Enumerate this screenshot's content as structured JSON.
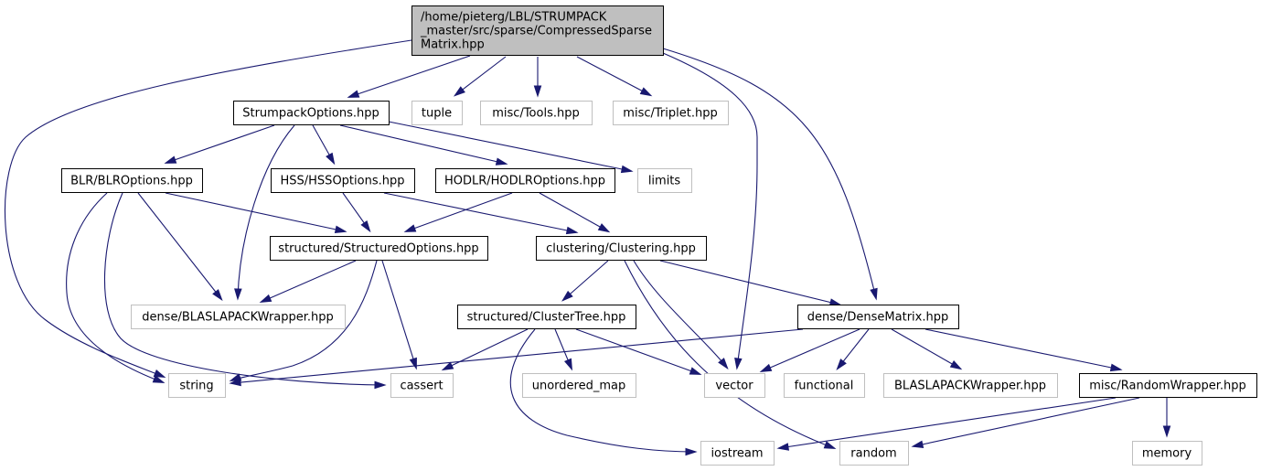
{
  "colors": {
    "edge": "#191970",
    "main_fill": "#bfbfbf",
    "internal_border": "#000000",
    "external_border": "#bfbfbf"
  },
  "nodes": [
    {
      "id": "main",
      "kind": "main",
      "lines": [
        "/home/pieterg/LBL/STRUMPACK",
        "_master/src/sparse/CompressedSparse",
        "Matrix.hpp"
      ]
    },
    {
      "id": "strumpack_options",
      "kind": "internal",
      "lines": [
        "StrumpackOptions.hpp"
      ]
    },
    {
      "id": "tuple",
      "kind": "external",
      "lines": [
        "tuple"
      ]
    },
    {
      "id": "misc_tools",
      "kind": "external",
      "lines": [
        "misc/Tools.hpp"
      ]
    },
    {
      "id": "misc_triplet",
      "kind": "external",
      "lines": [
        "misc/Triplet.hpp"
      ]
    },
    {
      "id": "blr_options",
      "kind": "internal",
      "lines": [
        "BLR/BLROptions.hpp"
      ]
    },
    {
      "id": "hss_options",
      "kind": "internal",
      "lines": [
        "HSS/HSSOptions.hpp"
      ]
    },
    {
      "id": "hodlr_options",
      "kind": "internal",
      "lines": [
        "HODLR/HODLROptions.hpp"
      ]
    },
    {
      "id": "limits",
      "kind": "external",
      "lines": [
        "limits"
      ]
    },
    {
      "id": "structured_options",
      "kind": "internal",
      "lines": [
        "structured/StructuredOptions.hpp"
      ]
    },
    {
      "id": "clustering",
      "kind": "internal",
      "lines": [
        "clustering/Clustering.hpp"
      ]
    },
    {
      "id": "blaslapack_dense",
      "kind": "external",
      "lines": [
        "dense/BLASLAPACKWrapper.hpp"
      ]
    },
    {
      "id": "cluster_tree",
      "kind": "internal",
      "lines": [
        "structured/ClusterTree.hpp"
      ]
    },
    {
      "id": "dense_matrix",
      "kind": "internal",
      "lines": [
        "dense/DenseMatrix.hpp"
      ]
    },
    {
      "id": "string",
      "kind": "external",
      "lines": [
        "string"
      ]
    },
    {
      "id": "cassert",
      "kind": "external",
      "lines": [
        "cassert"
      ]
    },
    {
      "id": "unordered_map",
      "kind": "external",
      "lines": [
        "unordered_map"
      ]
    },
    {
      "id": "vector",
      "kind": "external",
      "lines": [
        "vector"
      ]
    },
    {
      "id": "functional",
      "kind": "external",
      "lines": [
        "functional"
      ]
    },
    {
      "id": "blaslapack",
      "kind": "external",
      "lines": [
        "BLASLAPACKWrapper.hpp"
      ]
    },
    {
      "id": "random_wrapper",
      "kind": "internal",
      "lines": [
        "misc/RandomWrapper.hpp"
      ]
    },
    {
      "id": "iostream",
      "kind": "external",
      "lines": [
        "iostream"
      ]
    },
    {
      "id": "random",
      "kind": "external",
      "lines": [
        "random"
      ]
    },
    {
      "id": "memory",
      "kind": "external",
      "lines": [
        "memory"
      ]
    }
  ],
  "edges": [
    {
      "from": "main",
      "to": "strumpack_options"
    },
    {
      "from": "main",
      "to": "tuple"
    },
    {
      "from": "main",
      "to": "misc_tools"
    },
    {
      "from": "main",
      "to": "misc_triplet"
    },
    {
      "from": "main",
      "to": "string"
    },
    {
      "from": "main",
      "to": "vector"
    },
    {
      "from": "main",
      "to": "dense_matrix"
    },
    {
      "from": "strumpack_options",
      "to": "blr_options"
    },
    {
      "from": "strumpack_options",
      "to": "hss_options"
    },
    {
      "from": "strumpack_options",
      "to": "hodlr_options"
    },
    {
      "from": "strumpack_options",
      "to": "limits"
    },
    {
      "from": "strumpack_options",
      "to": "blaslapack_dense"
    },
    {
      "from": "blr_options",
      "to": "structured_options"
    },
    {
      "from": "blr_options",
      "to": "blaslapack_dense"
    },
    {
      "from": "blr_options",
      "to": "string"
    },
    {
      "from": "blr_options",
      "to": "cassert"
    },
    {
      "from": "hss_options",
      "to": "structured_options"
    },
    {
      "from": "hss_options",
      "to": "clustering"
    },
    {
      "from": "hodlr_options",
      "to": "structured_options"
    },
    {
      "from": "hodlr_options",
      "to": "clustering"
    },
    {
      "from": "structured_options",
      "to": "blaslapack_dense"
    },
    {
      "from": "structured_options",
      "to": "string"
    },
    {
      "from": "structured_options",
      "to": "cassert"
    },
    {
      "from": "clustering",
      "to": "cluster_tree"
    },
    {
      "from": "clustering",
      "to": "dense_matrix"
    },
    {
      "from": "clustering",
      "to": "vector"
    },
    {
      "from": "clustering",
      "to": "random"
    },
    {
      "from": "cluster_tree",
      "to": "cassert"
    },
    {
      "from": "cluster_tree",
      "to": "unordered_map"
    },
    {
      "from": "cluster_tree",
      "to": "vector"
    },
    {
      "from": "cluster_tree",
      "to": "iostream"
    },
    {
      "from": "dense_matrix",
      "to": "string"
    },
    {
      "from": "dense_matrix",
      "to": "vector"
    },
    {
      "from": "dense_matrix",
      "to": "functional"
    },
    {
      "from": "dense_matrix",
      "to": "blaslapack"
    },
    {
      "from": "dense_matrix",
      "to": "random_wrapper"
    },
    {
      "from": "random_wrapper",
      "to": "iostream"
    },
    {
      "from": "random_wrapper",
      "to": "random"
    },
    {
      "from": "random_wrapper",
      "to": "memory"
    }
  ]
}
